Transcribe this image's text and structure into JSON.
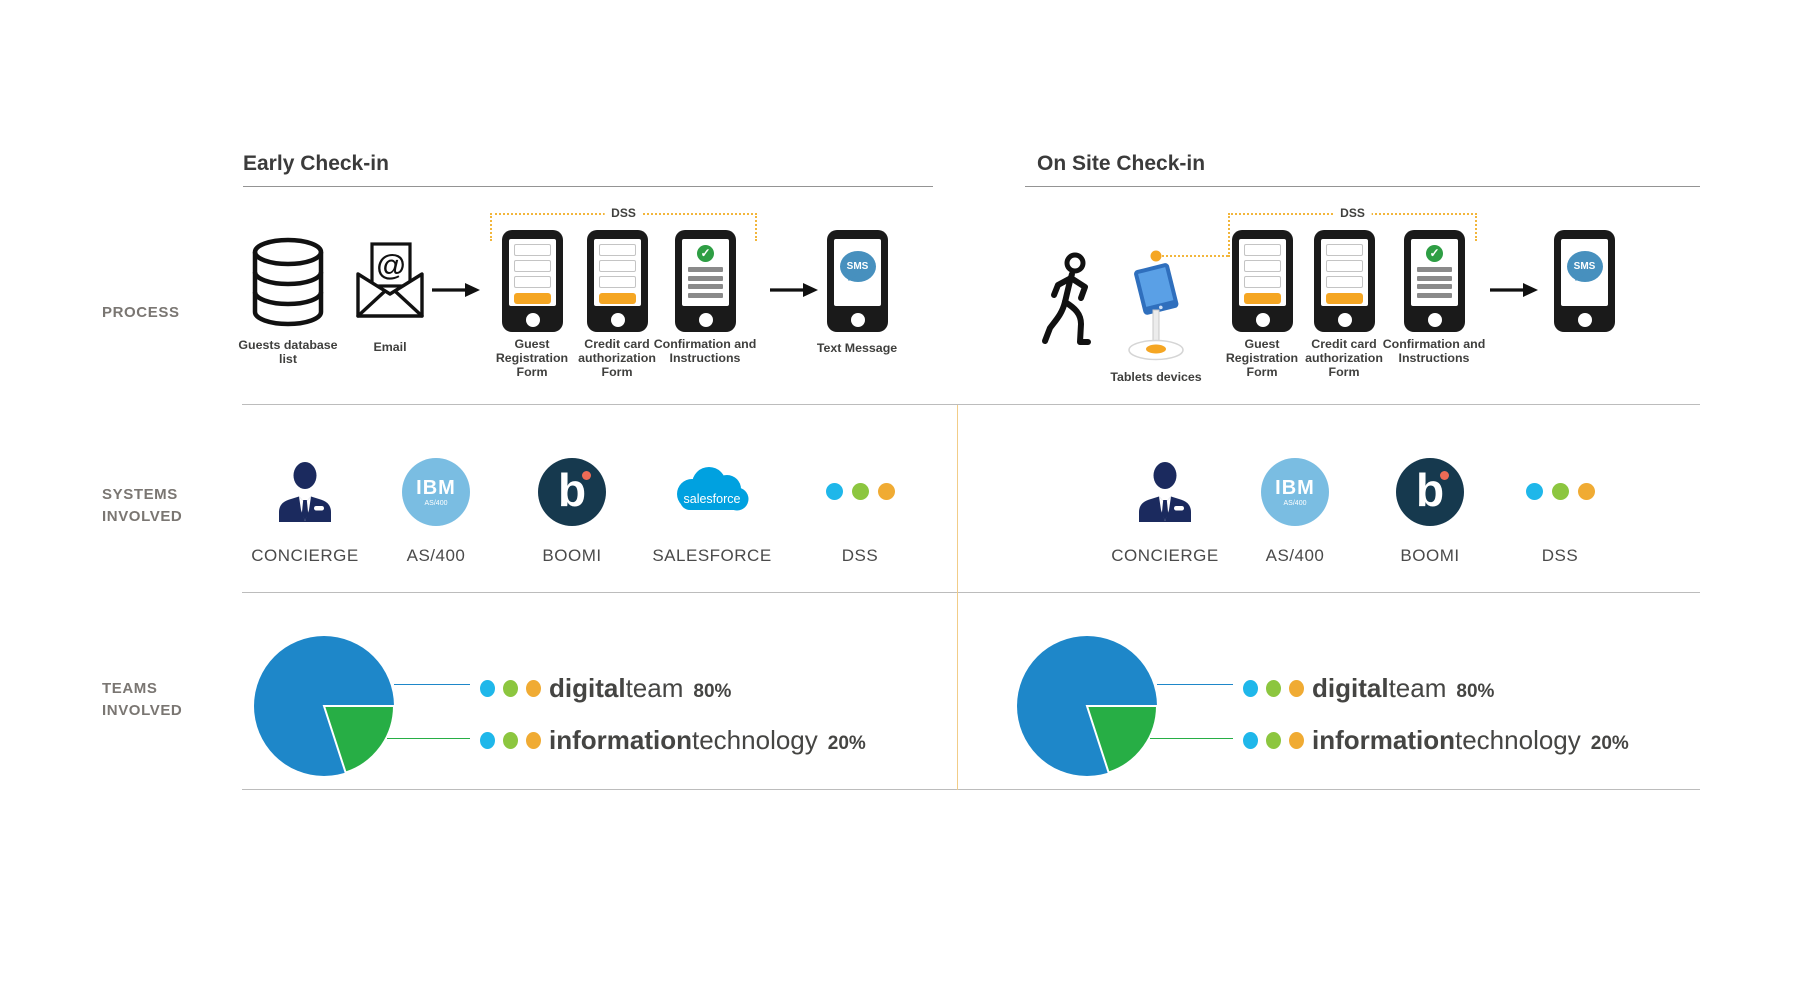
{
  "row_labels": {
    "process": "PROCESS",
    "systems_1": "SYSTEMS",
    "systems_2": "INVOLVED",
    "teams_1": "TEAMS",
    "teams_2": "INVOLVED"
  },
  "sections": {
    "early_title": "Early Check-in",
    "onsite_title": "On Site Check-in"
  },
  "process": {
    "dss": "DSS",
    "sms": "SMS",
    "captions": {
      "guests_db": "Guests database list",
      "email": "Email",
      "guest_reg": "Guest Registration Form",
      "credit_card": "Credit card authorization Form",
      "confirmation": "Confirmation and Instructions",
      "text_message": "Text Message",
      "tablets": "Tablets devices"
    }
  },
  "systems": {
    "left": [
      "CONCIERGE",
      "AS/400",
      "BOOMI",
      "SALESFORCE",
      "DSS"
    ],
    "right": [
      "CONCIERGE",
      "AS/400",
      "BOOMI",
      "DSS"
    ],
    "ibm_logo": "IBM",
    "ibm_sub": "AS/400",
    "boomi_letter": "b",
    "salesforce_logo": "salesforce"
  },
  "teams": {
    "digital": {
      "bold": "digital",
      "rest": "team",
      "pct": "80%"
    },
    "it": {
      "bold": "information",
      "rest": "technology",
      "pct": "20%"
    }
  },
  "chart_data": [
    {
      "type": "pie",
      "title": "Early Check-in - Teams Involved",
      "labels": [
        "digitalteam",
        "informationtechnology"
      ],
      "values": [
        80,
        20
      ],
      "colors": [
        "#1E87C9",
        "#27AE45"
      ],
      "legend_position": "right"
    },
    {
      "type": "pie",
      "title": "On Site Check-in - Teams Involved",
      "labels": [
        "digitalteam",
        "informationtechnology"
      ],
      "values": [
        80,
        20
      ],
      "colors": [
        "#1E87C9",
        "#27AE45"
      ],
      "legend_position": "right"
    }
  ],
  "colors": {
    "accent_orange": "#F5A623",
    "bracket_orange": "#F2B63C",
    "dot_cyan": "#1FB7EA",
    "dot_green": "#8CC63F",
    "dot_orange": "#F0AB33",
    "pie_blue": "#1E87C9",
    "pie_green": "#27AE45",
    "concierge_navy": "#1B2A5E",
    "ibm_blue": "#7ABDE2",
    "boomi_dark": "#16394E",
    "salesforce_blue": "#00A1E0",
    "sms_blue": "#4790BE",
    "check_green": "#2E9E44"
  }
}
